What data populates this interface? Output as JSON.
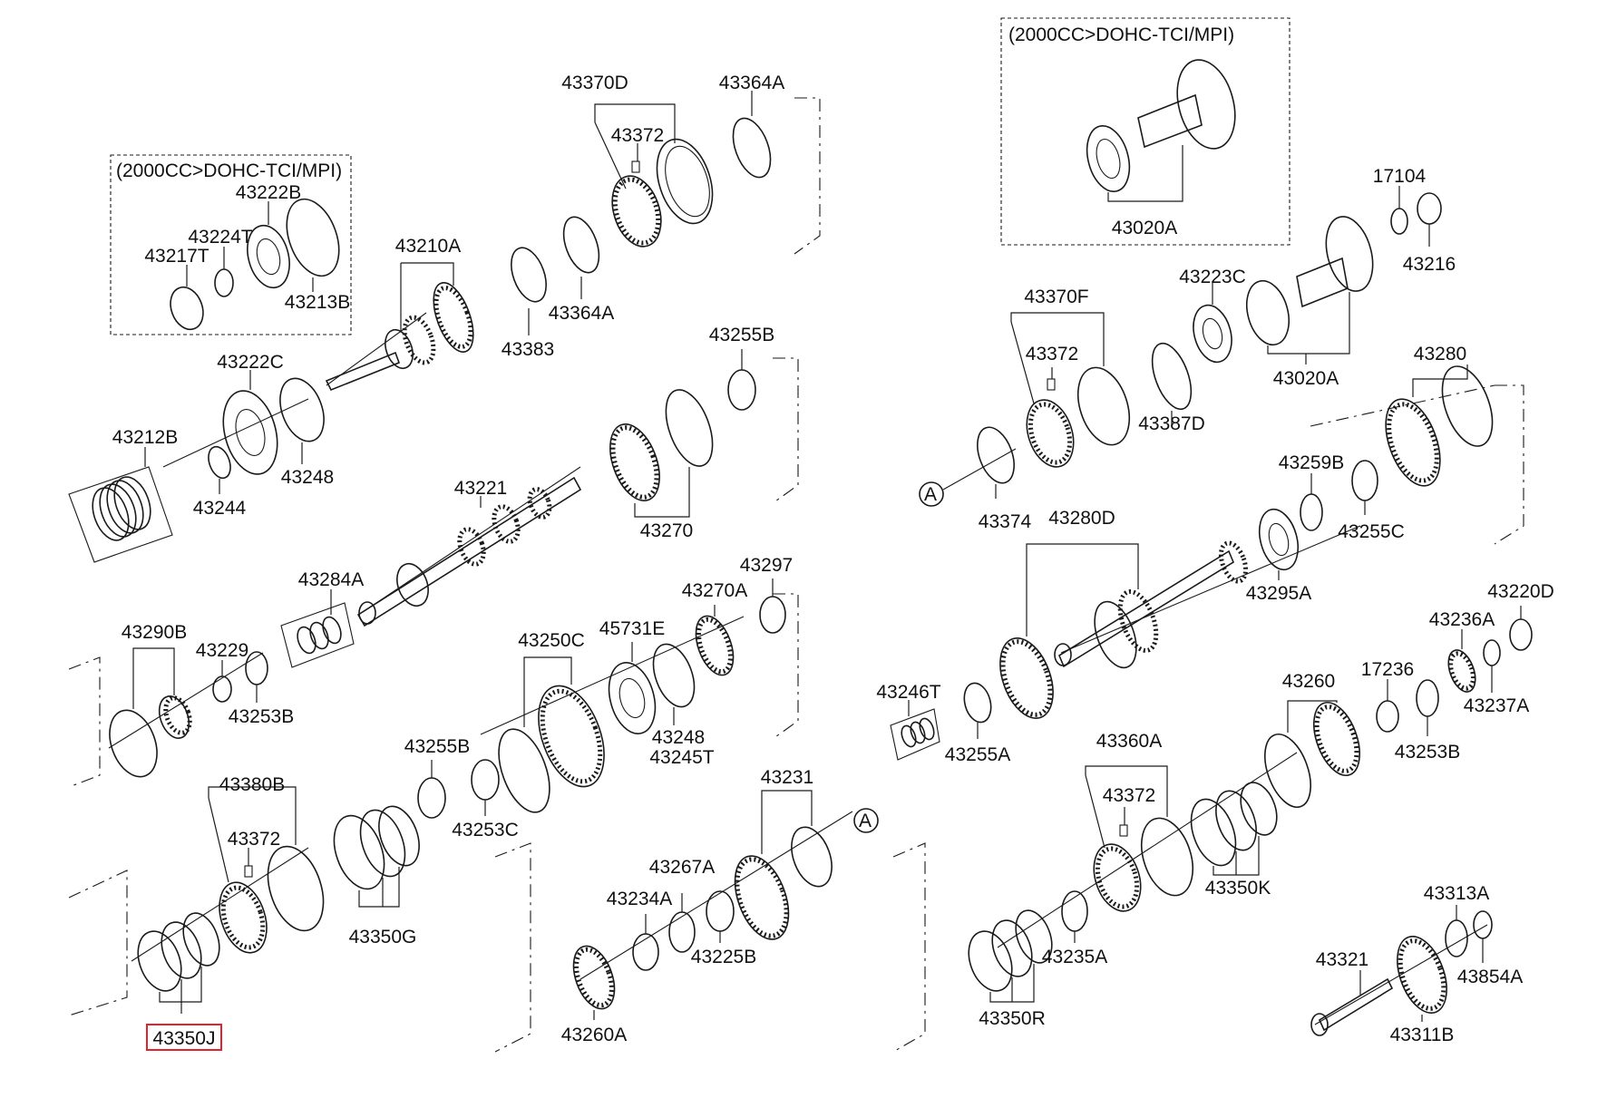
{
  "notes": {
    "left": "(2000CC>DOHC-TCI/MPI)",
    "right": "(2000CC>DOHC-TCI/MPI)"
  },
  "reference_marker": "A",
  "highlight_color": "#e3232b",
  "labels": {
    "p43370D": "43370D",
    "p43364A_top": "43364A",
    "p43372_top": "43372",
    "p43222B": "43222B",
    "p43224T": "43224T",
    "p43217T": "43217T",
    "p43213B": "43213B",
    "p43210A": "43210A",
    "p43383": "43383",
    "p43364A_mid": "43364A",
    "p43222C": "43222C",
    "p43212B": "43212B",
    "p43244": "43244",
    "p43248_top": "43248",
    "p43255B_top": "43255B",
    "p43221": "43221",
    "p43270": "43270",
    "p43284A": "43284A",
    "p43290B": "43290B",
    "p43229": "43229",
    "p43253B_left": "43253B",
    "p43250C": "43250C",
    "p45731E": "45731E",
    "p43270A": "43270A",
    "p43297": "43297",
    "p43248_mid": "43248",
    "p43245T": "43245T",
    "p43380B": "43380B",
    "p43372_left": "43372",
    "p43255B_mid": "43255B",
    "p43253C": "43253C",
    "p43350G": "43350G",
    "p43350J": "43350J",
    "p43231": "43231",
    "p43267A": "43267A",
    "p43234A": "43234A",
    "p43225B": "43225B",
    "p43260A": "43260A",
    "p43020A_box": "43020A",
    "p17104": "17104",
    "p43216": "43216",
    "p43370F": "43370F",
    "p43372_right": "43372",
    "p43223C": "43223C",
    "p43387D": "43387D",
    "p43020A": "43020A",
    "p43280": "43280",
    "p43374": "43374",
    "p43280D": "43280D",
    "p43259B": "43259B",
    "p43255C": "43255C",
    "p43295A": "43295A",
    "p43220D": "43220D",
    "p43236A": "43236A",
    "p43246T": "43246T",
    "p43255A": "43255A",
    "p43260": "43260",
    "p17236": "17236",
    "p43237A": "43237A",
    "p43253B_right": "43253B",
    "p43360A": "43360A",
    "p43372_bottom": "43372",
    "p43350K": "43350K",
    "p43313A": "43313A",
    "p43321": "43321",
    "p43854A": "43854A",
    "p43311B": "43311B",
    "p43235A": "43235A",
    "p43350R": "43350R"
  }
}
